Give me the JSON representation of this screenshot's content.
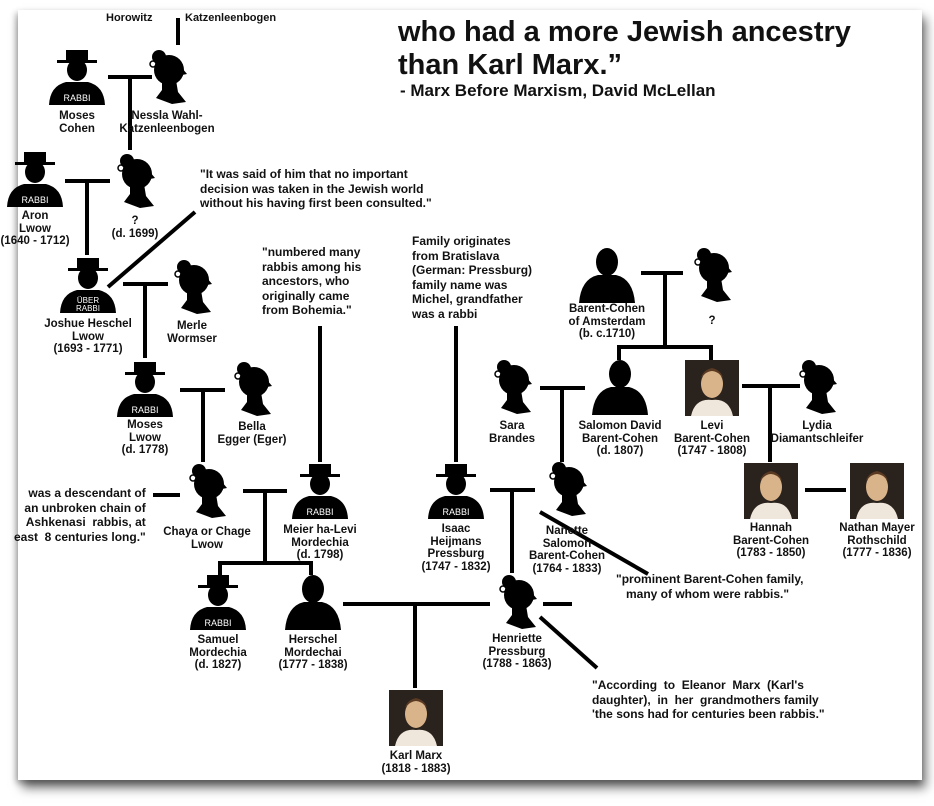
{
  "header": {
    "line1": "who had a more Jewish ancestry",
    "line2": "than Karl Marx.”",
    "attribution": "- Marx Before Marxism, David McLellan"
  },
  "top_cut_labels": [
    "Horowitz",
    "Katzenleenbogen"
  ],
  "quotes": {
    "consulted": "\"It was said of him that no important\ndecision was taken in the Jewish world\nwithout his having first been consulted.\"",
    "bohemia": "\"numbered many\nrabbis among his\nancestors, who\noriginally came\nfrom Bohemia.\"",
    "bratislava": "Family originates\nfrom Bratislava\n(German: Pressburg)\nfamily name was\nMichel, grandfather\nwas a rabbi",
    "unbroken_chain": "was a descendant of\nan unbroken chain of\nAshkenasi  rabbis, at\neast  8 centuries long.\"",
    "barent_cohen": "\"prominent Barent-Cohen family,\n   many of whom were rabbis.\"",
    "eleanor": "\"According  to  Eleanor  Marx  (Karl's\ndaughter),  in  her  grandmothers family\n'the sons had for centuries been rabbis.\""
  },
  "people": [
    {
      "id": "moses-cohen",
      "type": "rabbi",
      "badge": "RABBI",
      "label": "Moses\nCohen"
    },
    {
      "id": "nessla",
      "type": "woman",
      "label": "Nessla Wahl-\nKatzenleenbogen"
    },
    {
      "id": "aron-lwow",
      "type": "rabbi",
      "badge": "RABBI",
      "label": "Aron\nLwow\n(1640 - 1712)"
    },
    {
      "id": "unknown-1699",
      "type": "woman",
      "label": "?\n(d. 1699)"
    },
    {
      "id": "joshue-heschel",
      "type": "rabbi",
      "badge": "ÜBER\nRABBI",
      "label": "Joshue Heschel\nLwow\n(1693 - 1771)"
    },
    {
      "id": "merle",
      "type": "woman",
      "label": "Merle\nWormser"
    },
    {
      "id": "moses-lwow",
      "type": "rabbi",
      "badge": "RABBI",
      "label": "Moses\nLwow\n(d. 1778)"
    },
    {
      "id": "bella",
      "type": "woman",
      "label": "Bella\nEgger (Eger)"
    },
    {
      "id": "chaya",
      "type": "woman",
      "label": "Chaya or Chage\nLwow"
    },
    {
      "id": "meier",
      "type": "rabbi",
      "badge": "RABBI",
      "label": "Meier ha-Levi\nMordechia\n(d. 1798)"
    },
    {
      "id": "samuel",
      "type": "rabbi",
      "badge": "RABBI",
      "label": "Samuel\nMordechia\n(d. 1827)"
    },
    {
      "id": "herschel",
      "type": "man",
      "label": "Herschel\nMordechai\n(1777 - 1838)"
    },
    {
      "id": "karl-marx",
      "type": "portrait",
      "label": "Karl Marx\n(1818 - 1883)"
    },
    {
      "id": "isaac",
      "type": "rabbi",
      "badge": "RABBI",
      "label": "Isaac\nHeijmans\nPressburg\n(1747 - 1832)"
    },
    {
      "id": "nanette",
      "type": "woman",
      "label": "Nanette\nSalomon\nBarent-Cohen\n(1764 - 1833)"
    },
    {
      "id": "henriette",
      "type": "woman",
      "label": "Henriette\nPressburg\n(1788 - 1863)"
    },
    {
      "id": "sara",
      "type": "woman",
      "label": "Sara\nBrandes"
    },
    {
      "id": "salomon-david",
      "type": "man",
      "label": "Salomon David\nBarent-Cohen\n(d. 1807)"
    },
    {
      "id": "levi",
      "type": "portrait",
      "label": "Levi\nBarent-Cohen\n(1747 - 1808)"
    },
    {
      "id": "barent-cohen-amsterdam",
      "type": "man",
      "label": "Barent-Cohen\nof Amsterdam\n(b. c.1710)"
    },
    {
      "id": "unknown-wife",
      "type": "woman",
      "label": "?"
    },
    {
      "id": "lydia",
      "type": "woman",
      "label": "Lydia\nDiamantschleifer"
    },
    {
      "id": "hannah",
      "type": "portrait",
      "label": "Hannah\nBarent-Cohen\n(1783 - 1850)"
    },
    {
      "id": "nathan",
      "type": "portrait",
      "label": "Nathan Mayer\nRothschild\n(1777 - 1836)"
    }
  ]
}
